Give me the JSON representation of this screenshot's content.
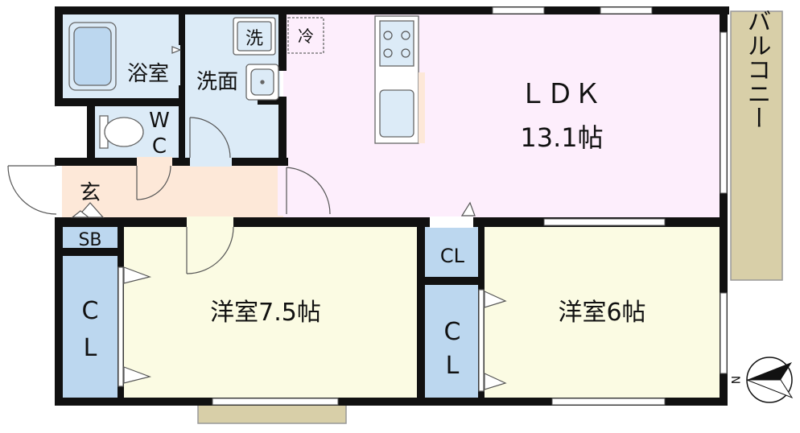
{
  "rooms": {
    "bath": "浴室",
    "washroom": "洗面",
    "washer": "洗",
    "fridge": "冷",
    "wc_line1": "W",
    "wc_line2": "C",
    "entrance": "玄",
    "shoebox": "SB",
    "ldk_title": "ＬＤＫ",
    "ldk_size": "13.1帖",
    "balcony": "バルコニー",
    "closet_small": "CL",
    "closet_tall_line1": "C",
    "closet_tall_line2": "L",
    "closet_mid_line1": "C",
    "closet_mid_line2": "L",
    "western_left": "洋室7.5帖",
    "western_right": "洋室6帖"
  },
  "compass": {
    "label": "N"
  },
  "colors": {
    "wall": "#111111",
    "ldk": "#fdeefc",
    "bath": "#dcebf7",
    "wash": "#dcebf7",
    "entrance": "#fde8d8",
    "western": "#fbfbe3",
    "closet": "#bcd7ef",
    "balcony": "#d8cfa8",
    "window": "#ffffff"
  }
}
